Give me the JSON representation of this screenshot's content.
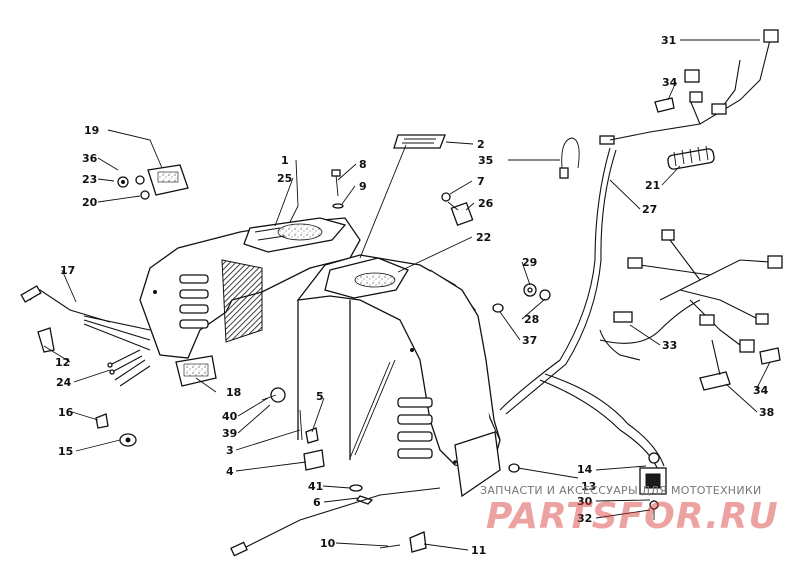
{
  "diagram": {
    "callouts": [
      "1",
      "2",
      "3",
      "4",
      "5",
      "6",
      "7",
      "8",
      "9",
      "10",
      "11",
      "12",
      "13",
      "14",
      "15",
      "16",
      "17",
      "18",
      "19",
      "20",
      "21",
      "22",
      "23",
      "24",
      "25",
      "26",
      "27",
      "28",
      "29",
      "30",
      "31",
      "32",
      "33",
      "34",
      "34",
      "35",
      "36",
      "37",
      "38",
      "39",
      "40",
      "41"
    ]
  },
  "watermark": {
    "caption": "ЗАПЧАСТИ И АКСЕССУАРЫ ДЛЯ МОТОТЕХНИКИ",
    "logo": "PARTSFOR.RU"
  }
}
